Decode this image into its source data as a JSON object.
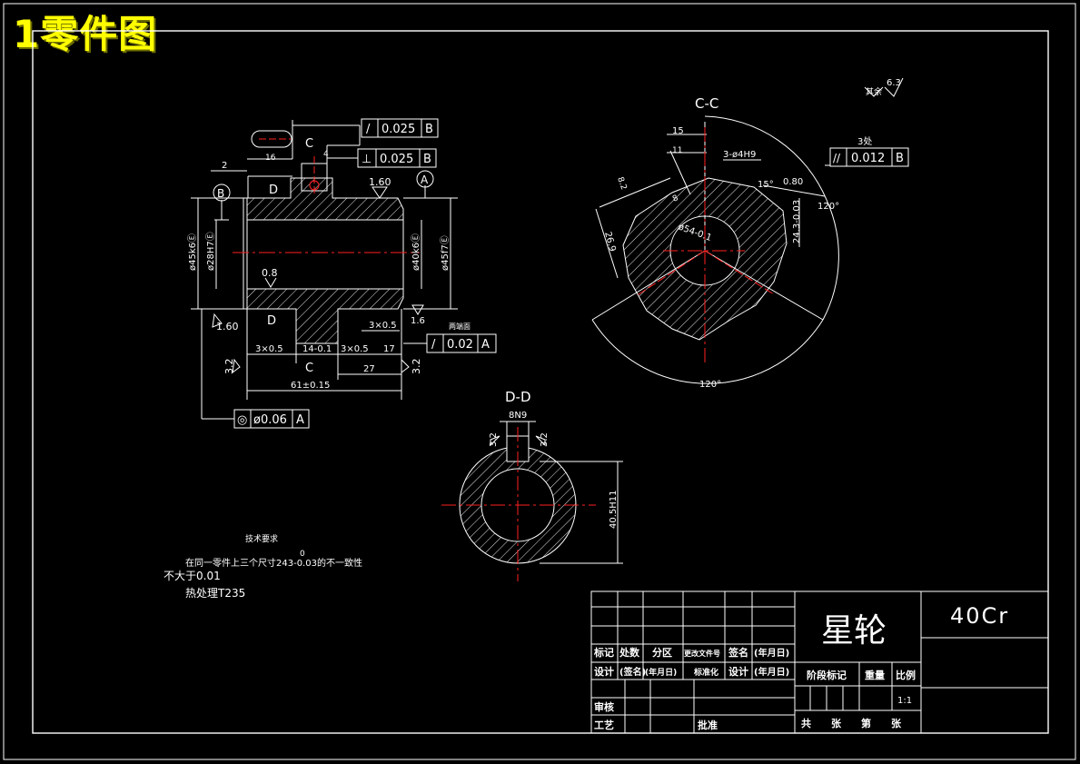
{
  "page_title": "1零件图",
  "colors": {
    "line": "#ffffff",
    "center": "#ff2020",
    "title": "#ffff00",
    "background": "#000000"
  },
  "left_view": {
    "tolerance_frames": [
      {
        "symbol": "/",
        "value": "0.025",
        "datum": "B"
      },
      {
        "symbol": "⊥",
        "value": "0.025",
        "datum": "B"
      },
      {
        "symbol": "/",
        "value": "0.02",
        "datum": "A"
      },
      {
        "symbol": "◎",
        "value": "ø0.06",
        "datum": "A"
      }
    ],
    "datum_b": "B",
    "datum_a": "A",
    "frame_note": "两端面",
    "dims": {
      "d16": "16",
      "d2": "2",
      "d4": "4",
      "cut_c1": "C",
      "cut_d1": "D",
      "cut_d2": "D",
      "cut_c2": "C",
      "rough_160a": "1.60",
      "rough_160b": "1.60",
      "rough_16": "1.6",
      "rough_08": "0.8",
      "rough_32a": "3.2",
      "rough_32b": "3.2",
      "d3x05a": "3×0.5",
      "d14": "14-0.1",
      "d3x05b": "3×0.5",
      "d3x05c": "3×0.5",
      "d17": "17",
      "d27": "27",
      "d61": "61±0.15",
      "dia45k6": "ø45k6Ⓔ",
      "dia28h7": "ø28H7Ⓔ",
      "dia40k6": "ø40k6Ⓔ",
      "dia45f7": "ø45f7Ⓔ"
    }
  },
  "section_cc": {
    "title": "C-C",
    "roughness_all": "其余",
    "roughness_all_value": "6.3",
    "d15": "15",
    "d11": "11",
    "holes": "3-ø4H9",
    "d15deg": "15°",
    "d080": "0.80",
    "tol_count": "3处",
    "tol_symbol": "//",
    "tol_value": "0.012",
    "tol_datum": "B",
    "d120a": "120°",
    "d120b": "120°",
    "d243": "24.3-0.03",
    "d269": "26.9",
    "d054": "ø54-0.1",
    "d82": "8.2",
    "d8": "8"
  },
  "section_dd": {
    "title": "D-D",
    "keyway": "8N9",
    "rough_a": "3.2",
    "rough_b": "3.2",
    "dim_h": "40.5H11"
  },
  "notes": {
    "heading": "技术要求",
    "line1": "在同一零件上三个尺寸243-0.03的不一致性",
    "line1_sup": "0",
    "line2": "不大于0.01",
    "line3": "热处理T235"
  },
  "title_block": {
    "part_name": "星轮",
    "material": "40Cr",
    "row1": [
      "标记",
      "处数",
      "分区",
      "更改文件号",
      "签名",
      "(年月日)"
    ],
    "row2": [
      "设计",
      "(签名)",
      "(年月日)",
      "标准化",
      "设计",
      "(年月日)"
    ],
    "stage_label": "阶段标记",
    "weight_label": "重量",
    "scale_label": "比例",
    "scale_value": "1:1",
    "review": "审核",
    "process": "工艺",
    "approve": "批准",
    "sheets": "共　　张　　第　　张"
  }
}
